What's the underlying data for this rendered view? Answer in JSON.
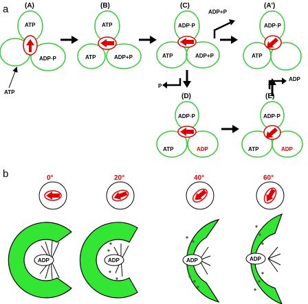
{
  "section_a": {
    "label": "a",
    "panels": [
      {
        "id": "A",
        "label": "(A)",
        "top": "ATP",
        "left": "",
        "right": "ADP·P"
      },
      {
        "id": "B",
        "label": "(B)",
        "top": "ATP",
        "left": "ATP",
        "right": "ADP+P"
      },
      {
        "id": "C",
        "label": "(C)",
        "top": "ADP·P",
        "left": "ATP",
        "right": "ADP+P"
      },
      {
        "id": "A2",
        "label": "(A')",
        "top": "ADP·P",
        "left": "ATP",
        "right": ""
      },
      {
        "id": "D",
        "label": "(D)",
        "top": "ADP·P",
        "left": "ATP",
        "right": "ADP"
      },
      {
        "id": "E",
        "label": "(E)",
        "top": "ADP·P",
        "left": "ATP",
        "right": "ADP"
      }
    ],
    "inputs": {
      "atp_in": "ATP",
      "adp_p_out": "ADP+P",
      "p_out": "P",
      "adp_out": "ADP"
    }
  },
  "section_b": {
    "label": "b",
    "angles": [
      "0°",
      "20°",
      "40°",
      "60°"
    ],
    "center_label": "ADP"
  },
  "colors": {
    "subunit_outline": "#33cc33",
    "arrow_red": "#e00000",
    "fill_green": "#33e633"
  }
}
